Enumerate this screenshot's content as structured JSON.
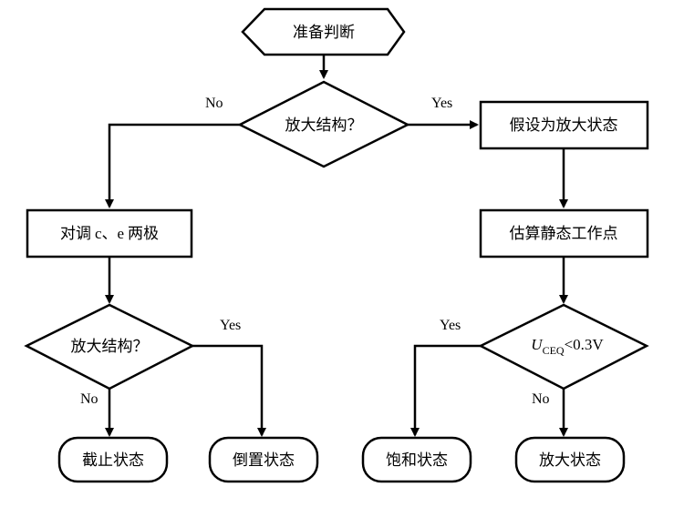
{
  "nodes": {
    "start": "准备判断",
    "decision1": "放大结构？",
    "assume_amplify": "假设为放大状态",
    "swap_ce_prefix": "对调",
    "swap_ce_mid": "c、e",
    "swap_ce_suffix": "两极",
    "estimate_q": "估算静态工作点",
    "decision2": "放大结构？",
    "decision3": {
      "var": "U",
      "sub": "CEQ",
      "rest": "<0.3V"
    },
    "cutoff": "截止状态",
    "inverted": "倒置状态",
    "saturation": "饱和状态",
    "amplify": "放大状态"
  },
  "edge_labels": {
    "d1_no": "No",
    "d1_yes": "Yes",
    "d2_yes": "Yes",
    "d2_no": "No",
    "d3_yes": "Yes",
    "d3_no": "No"
  }
}
